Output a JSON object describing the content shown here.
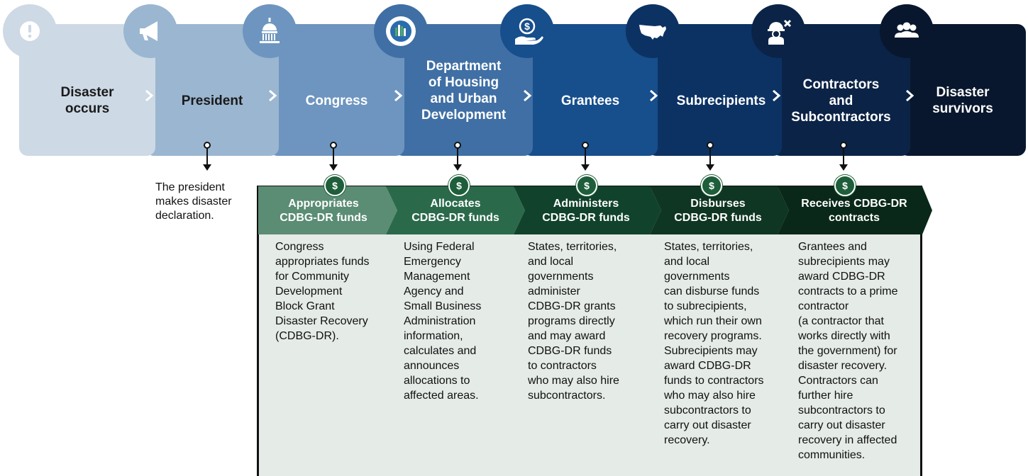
{
  "colors": {
    "step1": "#cdd9e5",
    "step2": "#9bb6d0",
    "step3": "#6d95bf",
    "step4": "#3f6fa4",
    "step5": "#174e8c",
    "step6": "#0c3264",
    "step7": "#0b2346",
    "step8": "#08172d",
    "phase1": "#5b8c74",
    "phase2": "#2a6a4b",
    "phase3": "#11422c",
    "phase4": "#0f3623",
    "phase5": "#0a2819",
    "panel": "#e5ebe7"
  },
  "steps": [
    {
      "label": "Disaster\noccurs",
      "icon": "exclamation-icon"
    },
    {
      "label": "President",
      "icon": "megaphone-icon"
    },
    {
      "label": "Congress",
      "icon": "capitol-icon"
    },
    {
      "label": "Department\nof Housing\nand Urban\nDevelopment",
      "icon": "hud-seal-icon"
    },
    {
      "label": "Grantees",
      "icon": "hand-dollar-icon"
    },
    {
      "label": "Subrecipients",
      "icon": "us-map-icon"
    },
    {
      "label": "Contractors\nand\nSubcontractors",
      "icon": "worker-tools-icon"
    },
    {
      "label": "Disaster\nsurvivors",
      "icon": "people-group-icon"
    }
  ],
  "president_note": "The president\nmakes disaster\ndeclaration.",
  "dollar_symbol": "$",
  "phases": [
    {
      "title": "Appropriates\nCDBG-DR funds",
      "text": "Congress\nappropriates funds\nfor Community\nDevelopment\nBlock Grant\nDisaster Recovery\n(CDBG-DR)."
    },
    {
      "title": "Allocates\nCDBG-DR funds",
      "text": "Using Federal\nEmergency\nManagement\nAgency and\nSmall Business\nAdministration\ninformation,\ncalculates and\nannounces\nallocations to\naffected areas."
    },
    {
      "title": "Administers\nCDBG-DR funds",
      "text": "States, territories,\nand local\ngovernments\nadminister\nCDBG-DR grants\nprograms directly\nand may award\nCDBG-DR funds\nto contractors\nwho may also hire\nsubcontractors."
    },
    {
      "title": "Disburses\nCDBG-DR funds",
      "text": "States, territories,\nand local\ngovernments\ncan disburse funds\nto subrecipients,\nwhich run their own\nrecovery programs.\nSubrecipients may\naward CDBG-DR\nfunds to contractors\nwho may also hire\nsubcontractors to\ncarry out disaster\nrecovery."
    },
    {
      "title": "Receives CDBG-DR\ncontracts",
      "text": "Grantees and\nsubrecipients may\naward CDBG-DR\ncontracts to a prime\ncontractor\n(a contractor that\nworks directly with\nthe government) for\ndisaster recovery.\nContractors can\nfurther hire\nsubcontractors to\ncarry out disaster\nrecovery in affected\ncommunities."
    }
  ]
}
